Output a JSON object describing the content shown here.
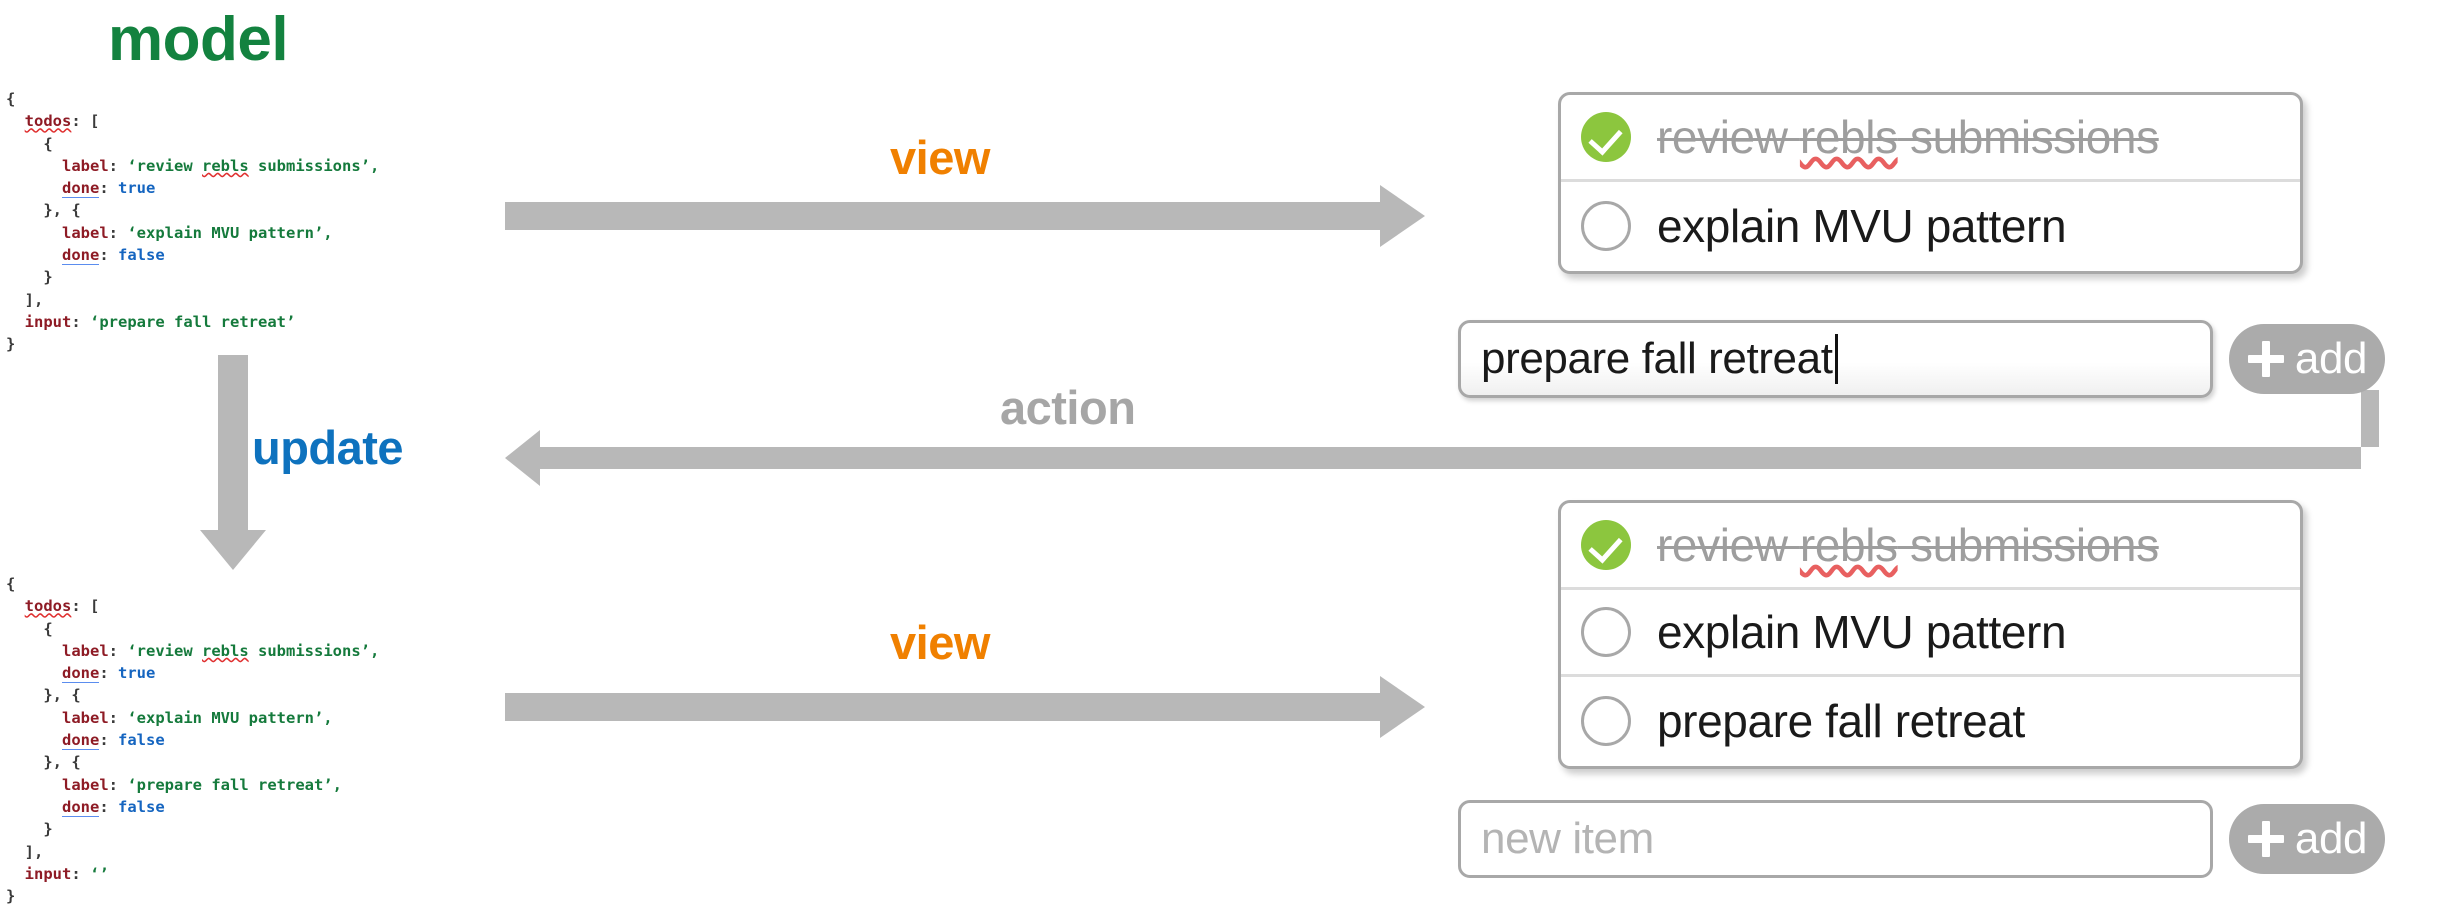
{
  "titles": {
    "model": "model",
    "view_top": "view",
    "view_bottom": "view",
    "action": "action",
    "update": "update"
  },
  "colors": {
    "model_green": "#13823F",
    "view_orange": "#F08000",
    "update_blue": "#0E72BE",
    "action_grey": "#A6A6A6",
    "arrow_grey": "#B8B8B8",
    "check_green": "#8CC63E",
    "panel_border": "#A8A8A8",
    "done_text": "#9E9E9E"
  },
  "code_before": {
    "lines": [
      {
        "indent": 0,
        "parts": [
          {
            "t": "{",
            "c": "punct"
          }
        ]
      },
      {
        "indent": 1,
        "parts": [
          {
            "t": "todos",
            "c": "key",
            "spell": "red"
          },
          {
            "t": ": [",
            "c": "punct"
          }
        ]
      },
      {
        "indent": 2,
        "parts": [
          {
            "t": "{",
            "c": "punct"
          }
        ]
      },
      {
        "indent": 3,
        "parts": [
          {
            "t": "label",
            "c": "key"
          },
          {
            "t": ": ",
            "c": "punct"
          },
          {
            "t": "‘review ",
            "c": "str"
          },
          {
            "t": "rebls",
            "c": "str",
            "spell": "red"
          },
          {
            "t": " submissions’,",
            "c": "str"
          }
        ]
      },
      {
        "indent": 3,
        "parts": [
          {
            "t": "done",
            "c": "key",
            "spell": "blue"
          },
          {
            "t": ": ",
            "c": "punct"
          },
          {
            "t": "true",
            "c": "bool"
          }
        ]
      },
      {
        "indent": 2,
        "parts": [
          {
            "t": "}, {",
            "c": "punct"
          }
        ]
      },
      {
        "indent": 3,
        "parts": [
          {
            "t": "label",
            "c": "key"
          },
          {
            "t": ": ",
            "c": "punct"
          },
          {
            "t": "‘explain MVU pattern’,",
            "c": "str"
          }
        ]
      },
      {
        "indent": 3,
        "parts": [
          {
            "t": "done",
            "c": "key",
            "spell": "blue"
          },
          {
            "t": ": ",
            "c": "punct"
          },
          {
            "t": "false",
            "c": "bool"
          }
        ]
      },
      {
        "indent": 2,
        "parts": [
          {
            "t": "}",
            "c": "punct"
          }
        ]
      },
      {
        "indent": 1,
        "parts": [
          {
            "t": "],",
            "c": "punct"
          }
        ]
      },
      {
        "indent": 1,
        "parts": [
          {
            "t": "input",
            "c": "key"
          },
          {
            "t": ": ",
            "c": "punct"
          },
          {
            "t": "‘prepare fall retreat’",
            "c": "str"
          }
        ]
      },
      {
        "indent": 0,
        "parts": [
          {
            "t": "}",
            "c": "punct"
          }
        ]
      }
    ]
  },
  "code_after": {
    "lines": [
      {
        "indent": 0,
        "parts": [
          {
            "t": "{",
            "c": "punct"
          }
        ]
      },
      {
        "indent": 1,
        "parts": [
          {
            "t": "todos",
            "c": "key",
            "spell": "red"
          },
          {
            "t": ": [",
            "c": "punct"
          }
        ]
      },
      {
        "indent": 2,
        "parts": [
          {
            "t": "{",
            "c": "punct"
          }
        ]
      },
      {
        "indent": 3,
        "parts": [
          {
            "t": "label",
            "c": "key"
          },
          {
            "t": ": ",
            "c": "punct"
          },
          {
            "t": "‘review ",
            "c": "str"
          },
          {
            "t": "rebls",
            "c": "str",
            "spell": "red"
          },
          {
            "t": " submissions’,",
            "c": "str"
          }
        ]
      },
      {
        "indent": 3,
        "parts": [
          {
            "t": "done",
            "c": "key",
            "spell": "blue"
          },
          {
            "t": ": ",
            "c": "punct"
          },
          {
            "t": "true",
            "c": "bool"
          }
        ]
      },
      {
        "indent": 2,
        "parts": [
          {
            "t": "}, {",
            "c": "punct"
          }
        ]
      },
      {
        "indent": 3,
        "parts": [
          {
            "t": "label",
            "c": "key"
          },
          {
            "t": ": ",
            "c": "punct"
          },
          {
            "t": "‘explain MVU pattern’,",
            "c": "str"
          }
        ]
      },
      {
        "indent": 3,
        "parts": [
          {
            "t": "done",
            "c": "key",
            "spell": "blue"
          },
          {
            "t": ": ",
            "c": "punct"
          },
          {
            "t": "false",
            "c": "bool"
          }
        ]
      },
      {
        "indent": 2,
        "parts": [
          {
            "t": "}, {",
            "c": "punct"
          }
        ]
      },
      {
        "indent": 3,
        "parts": [
          {
            "t": "label",
            "c": "key"
          },
          {
            "t": ": ",
            "c": "punct"
          },
          {
            "t": "‘prepare fall retreat’,",
            "c": "str"
          }
        ]
      },
      {
        "indent": 3,
        "parts": [
          {
            "t": "done",
            "c": "key",
            "spell": "blue"
          },
          {
            "t": ": ",
            "c": "punct"
          },
          {
            "t": "false",
            "c": "bool"
          }
        ]
      },
      {
        "indent": 2,
        "parts": [
          {
            "t": "}",
            "c": "punct"
          }
        ]
      },
      {
        "indent": 1,
        "parts": [
          {
            "t": "],",
            "c": "punct"
          }
        ]
      },
      {
        "indent": 1,
        "parts": [
          {
            "t": "input",
            "c": "key"
          },
          {
            "t": ": ",
            "c": "punct"
          },
          {
            "t": "‘’",
            "c": "str"
          }
        ]
      },
      {
        "indent": 0,
        "parts": [
          {
            "t": "}",
            "c": "punct"
          }
        ]
      }
    ]
  },
  "todo_list_before": {
    "items": [
      {
        "label": "review rebls submissions",
        "misspelled_word": "rebls",
        "done": true
      },
      {
        "label": "explain MVU pattern",
        "done": false
      }
    ]
  },
  "todo_list_after": {
    "items": [
      {
        "label": "review rebls submissions",
        "misspelled_word": "rebls",
        "done": true
      },
      {
        "label": "explain MVU pattern",
        "done": false
      },
      {
        "label": "prepare fall retreat",
        "done": false
      }
    ]
  },
  "input_before": {
    "value": "prepare fall retreat",
    "placeholder": "new item",
    "add_label": "add",
    "has_caret": true
  },
  "input_after": {
    "value": "",
    "placeholder": "new item",
    "add_label": "add",
    "has_caret": false
  }
}
